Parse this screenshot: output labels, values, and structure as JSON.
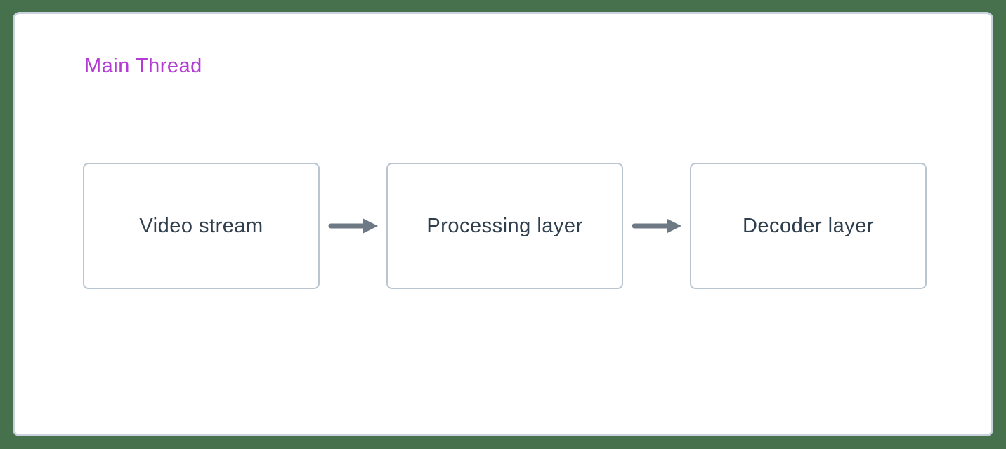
{
  "diagram": {
    "title": "Main Thread",
    "nodes": [
      {
        "id": "video-stream",
        "label": "Video stream"
      },
      {
        "id": "processing-layer",
        "label": "Processing layer"
      },
      {
        "id": "decoder-layer",
        "label": "Decoder layer"
      }
    ],
    "connections": [
      {
        "from": "video-stream",
        "to": "processing-layer",
        "icon": "arrow-right-icon"
      },
      {
        "from": "processing-layer",
        "to": "decoder-layer",
        "icon": "arrow-right-icon"
      }
    ]
  },
  "colors": {
    "background": "#47714d",
    "panel_border": "#c8d3dd",
    "node_border": "#b9c6d1",
    "node_text": "#2f3e4d",
    "title": "#b43bd4",
    "arrow": "#6d7a86"
  }
}
